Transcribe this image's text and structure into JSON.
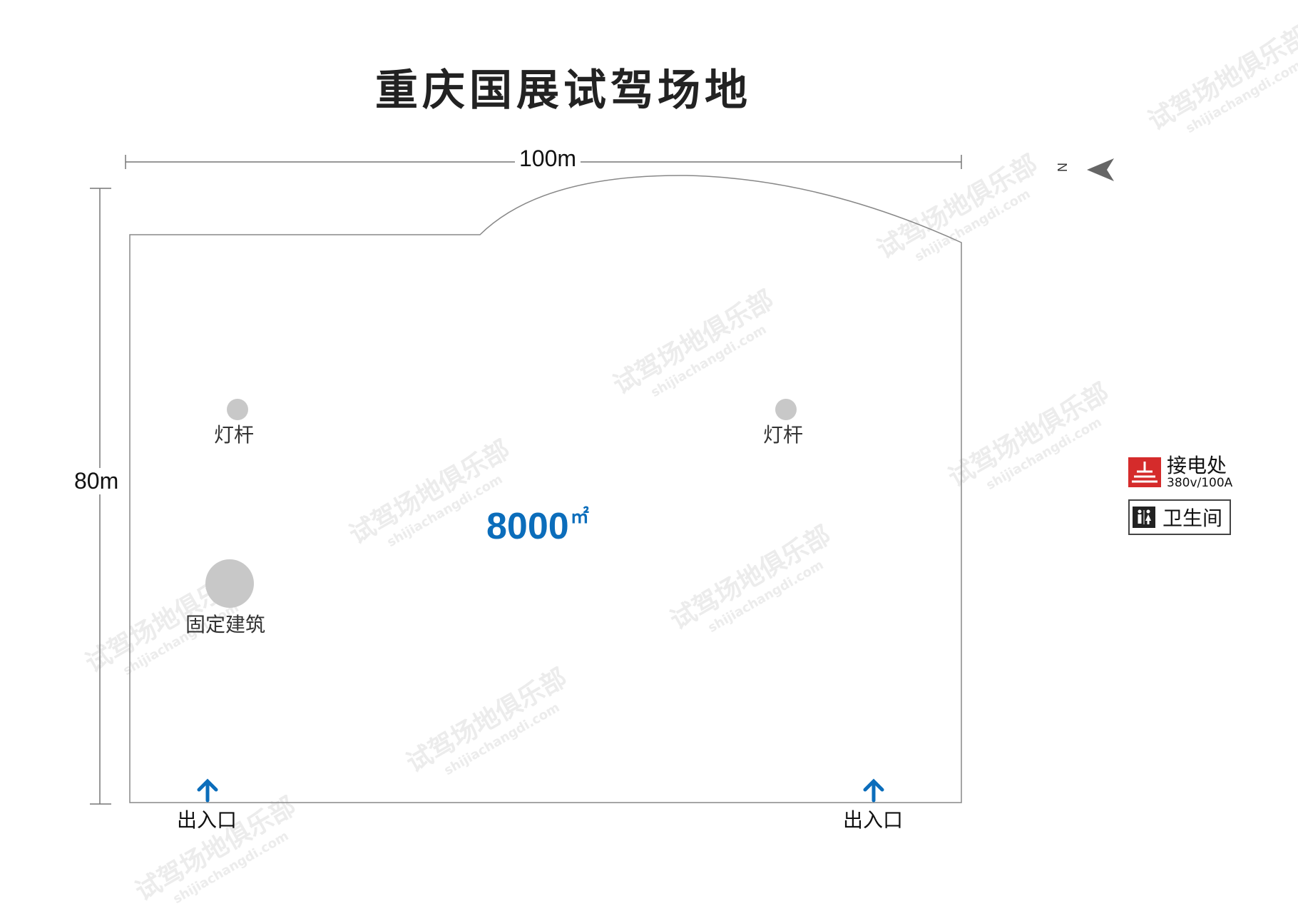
{
  "title": "重庆国展试驾场地",
  "dimensions": {
    "width_label": "100m",
    "height_label": "80m"
  },
  "area": {
    "value": "8000",
    "unit": "㎡"
  },
  "features": {
    "light_pole_1": "灯杆",
    "light_pole_2": "灯杆",
    "building": "固定建筑",
    "exit_1": "出入口",
    "exit_2": "出入口"
  },
  "compass": {
    "letter": "N"
  },
  "legend": {
    "power_label": "接电处",
    "power_spec": "380v/100A",
    "restroom_label": "卫生间"
  },
  "watermark": {
    "text": "试驾场地俱乐部",
    "url": "shijiachangdi.com"
  },
  "colors": {
    "accent_blue": "#0b6dbb",
    "power_red": "#d52b2b",
    "outline": "#888888",
    "marker_gray": "#c8c8c8"
  }
}
